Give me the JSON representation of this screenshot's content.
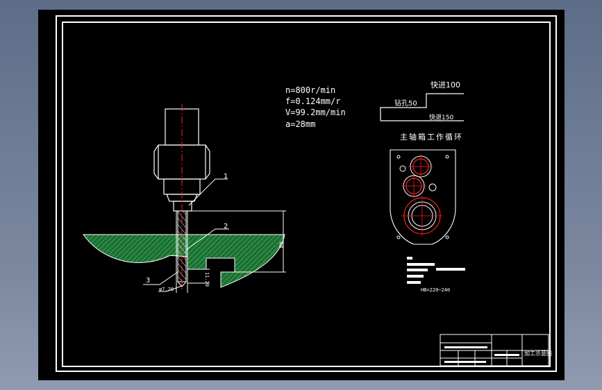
{
  "cutting_params": {
    "n": "n=800r/min",
    "f": "f=0.124mm/r",
    "v": "V=99.2mm/min",
    "a": "a=28mm"
  },
  "part_labels": {
    "callout_1": "1",
    "callout_2": "2",
    "callout_3": "3",
    "diameter": "φ7.20",
    "depth": "48",
    "offset": "11.20"
  },
  "cycle": {
    "fast_forward": "快进100",
    "drill": "钻孔50",
    "fast_return": "快退150",
    "title": "主轴箱工作循环"
  },
  "notes": {
    "hardness": "HB=220~240"
  },
  "title_block": {
    "drawing_name": "加工示意图"
  },
  "colors": {
    "background": "#000000",
    "line": "#ffffff",
    "centerline": "#ff2020",
    "hatch": "#2fa04a"
  }
}
